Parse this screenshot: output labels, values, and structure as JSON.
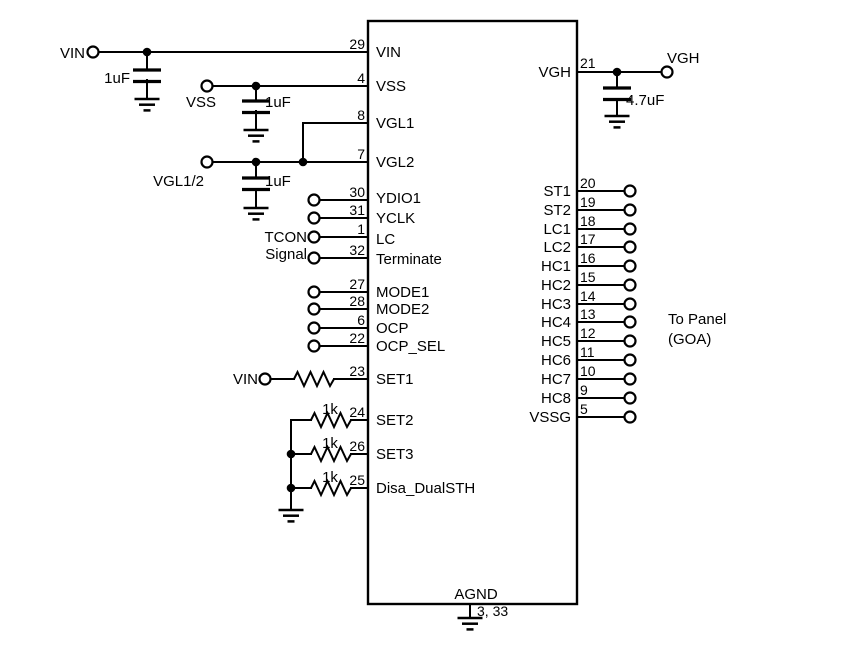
{
  "schematic": {
    "ic": {
      "left_pins": [
        {
          "num": "29",
          "label": "VIN"
        },
        {
          "num": "4",
          "label": "VSS"
        },
        {
          "num": "8",
          "label": "VGL1"
        },
        {
          "num": "7",
          "label": "VGL2"
        },
        {
          "num": "30",
          "label": "YDIO1"
        },
        {
          "num": "31",
          "label": "YCLK"
        },
        {
          "num": "1",
          "label": "LC"
        },
        {
          "num": "32",
          "label": "Terminate"
        },
        {
          "num": "27",
          "label": "MODE1"
        },
        {
          "num": "28",
          "label": "MODE2"
        },
        {
          "num": "6",
          "label": "OCP"
        },
        {
          "num": "22",
          "label": "OCP_SEL"
        },
        {
          "num": "23",
          "label": "SET1"
        },
        {
          "num": "24",
          "label": "SET2"
        },
        {
          "num": "26",
          "label": "SET3"
        },
        {
          "num": "25",
          "label": "Disa_DualSTH"
        }
      ],
      "right_pins": [
        {
          "num": "21",
          "label": "VGH"
        },
        {
          "num": "20",
          "label": "ST1"
        },
        {
          "num": "19",
          "label": "ST2"
        },
        {
          "num": "18",
          "label": "LC1"
        },
        {
          "num": "17",
          "label": "LC2"
        },
        {
          "num": "16",
          "label": "HC1"
        },
        {
          "num": "15",
          "label": "HC2"
        },
        {
          "num": "14",
          "label": "HC3"
        },
        {
          "num": "13",
          "label": "HC4"
        },
        {
          "num": "12",
          "label": "HC5"
        },
        {
          "num": "11",
          "label": "HC6"
        },
        {
          "num": "10",
          "label": "HC7"
        },
        {
          "num": "9",
          "label": "HC8"
        },
        {
          "num": "5",
          "label": "VSSG"
        }
      ],
      "bottom_pin": {
        "label": "AGND",
        "num": "3, 33"
      }
    },
    "terminals": {
      "vin": "VIN",
      "vss": "VSS",
      "vgl": "VGL1/2",
      "set1_vin": "VIN",
      "vgh": "VGH"
    },
    "components": {
      "cap_vin": "1uF",
      "cap_vss": "1uF",
      "cap_vgl": "1uF",
      "cap_vgh": "4.7uF",
      "res_set2": "1k",
      "res_set3": "1k",
      "res_disa": "1k"
    },
    "annotations": {
      "tcon_1": "TCON",
      "tcon_2": "Signal",
      "panel_1": "To Panel",
      "panel_2": "(GOA)"
    },
    "colors": {
      "line": "#000000",
      "background": "#ffffff"
    }
  }
}
